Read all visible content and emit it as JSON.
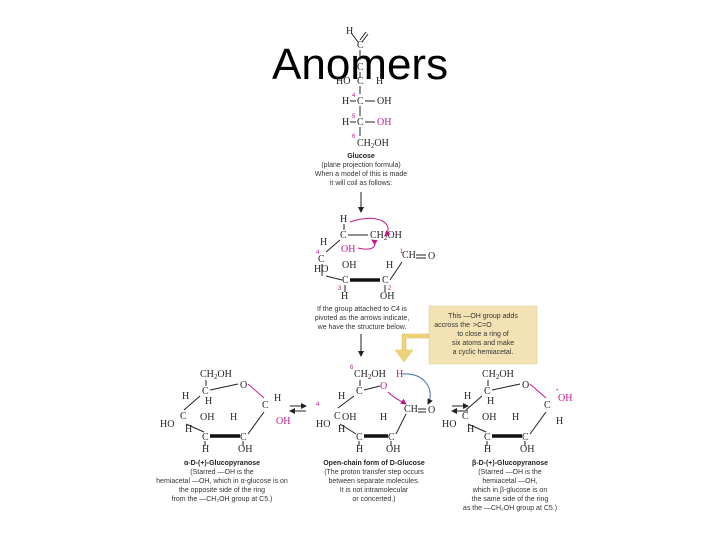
{
  "slide": {
    "title": "Anomers"
  },
  "glucose": {
    "caption_title": "Glucose",
    "caption_lines": [
      "(plane projection formula)",
      "When a model of this is made",
      "it will coil as follows:"
    ]
  },
  "pivot_text": [
    "If the group attached to C4 is",
    "pivoted as the arrows indicate,",
    "we have the structure below."
  ],
  "callout": {
    "lines": [
      "This —OH group adds",
      "accross the",
      "to close a ring of",
      "six atoms and make",
      "a cyclic hemiacetal."
    ],
    "bg": "#f3e3b4",
    "arrow": "#f0d27a"
  },
  "alpha": {
    "title": "α-D-(+)-Glucopyranose",
    "lines": [
      "(Starred —OH is the",
      "hemiacetal —OH, which in α-glucose is on",
      "the opposite side of the ring",
      "from the —CH₂OH group at C5.)"
    ]
  },
  "open": {
    "title": "Open-chain form of D-Glucose",
    "lines": [
      "(The proton transfer step occurs",
      "between separate molecules.",
      "It is not intramolecular",
      "or concerted.)"
    ]
  },
  "beta": {
    "title": "β-D-(+)-Glucopyranose",
    "lines": [
      "(Starred —OH is the",
      "hemiacetal —OH,",
      "which in β-glucose is on",
      "the same side of the ring",
      "as the —CH₂OH group at C5.)"
    ]
  },
  "colors": {
    "accent": "#c2188e",
    "bond": "#222222"
  }
}
